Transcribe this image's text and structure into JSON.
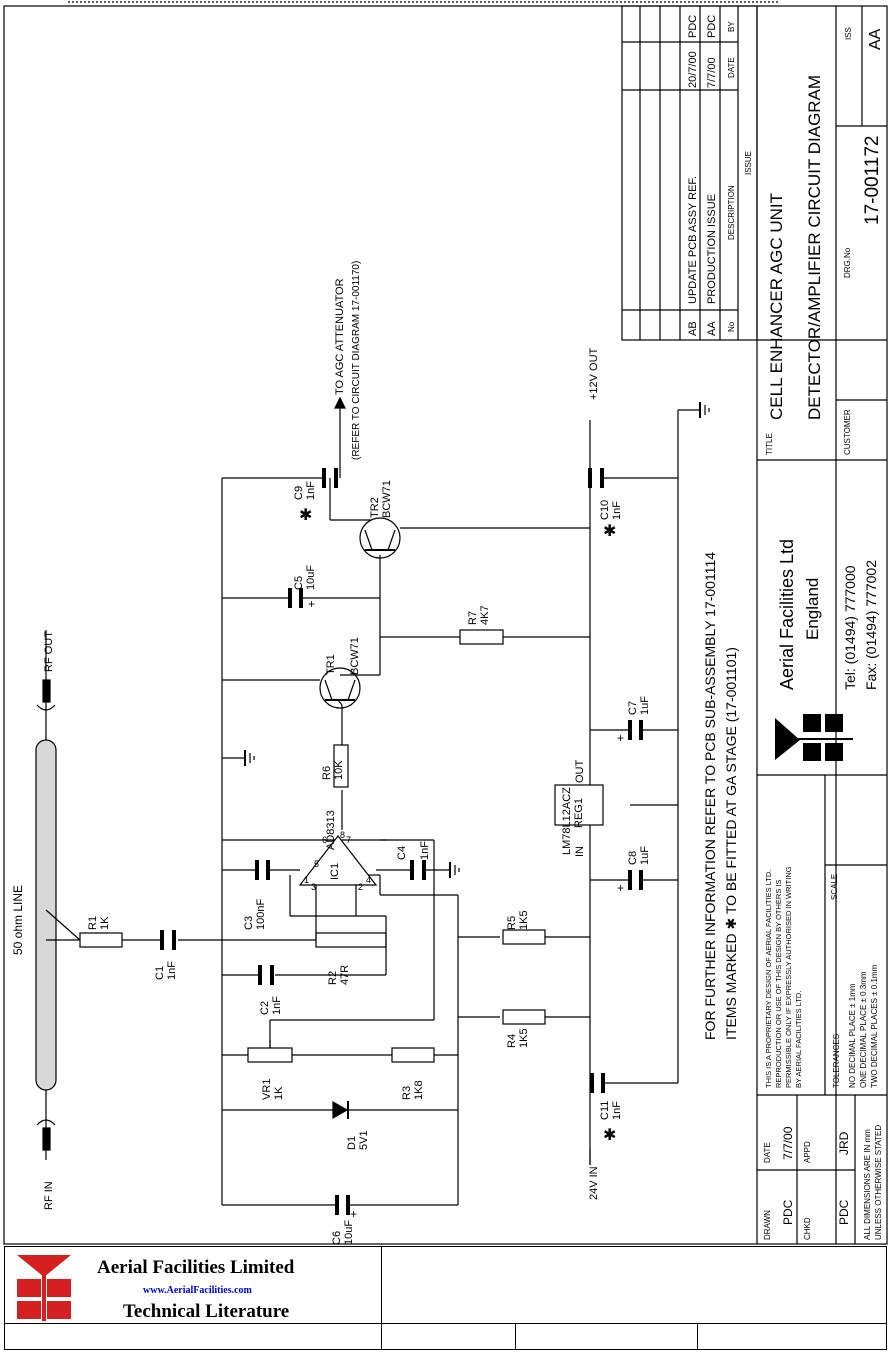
{
  "titleblock": {
    "title_label": "TITLE",
    "title_line1": "CELL ENHANCER AGC UNIT",
    "title_line2": "DETECTOR/AMPLIFIER CIRCUIT DIAGRAM",
    "customer_label": "CUSTOMER",
    "drg_label": "DRG.No",
    "drg_no": "17-001172",
    "iss_label": "ISS",
    "iss": "AA",
    "company": "Aerial Facilities Ltd",
    "country": "England",
    "tel": "Tel: (01494) 777000",
    "fax": "Fax: (01494) 777002",
    "proprietary": [
      "THIS IS A PROPRIETARY DESIGN OF AERIAL FACILITIES LTD.",
      "REPRODUCTION OR USE OF THIS DESIGN BY OTHERS IS",
      "PERMISSIBLE ONLY IF EXPRESSLY AUTHORISED IN WRITING",
      "BY AERIAL FACILITIES LTD."
    ],
    "scale_label": "SCALE",
    "tolerances_label": "TOLERANCES",
    "tolerances": [
      "NO DECIMAL PLACE ± 1mm",
      "ONE DECIMAL PLACE ± 0.3mm",
      "TWO DECIMAL PLACES ± 0.1mm"
    ],
    "drawn_label": "DRAWN",
    "drawn": "PDC",
    "date_label": "DATE",
    "date": "7/7/00",
    "chkd_label": "CHKD",
    "chkd": "PDC",
    "appd_label": "APPD",
    "appd": "JRD",
    "dims_line1": "ALL DIMENSIONS ARE IN mm",
    "dims_line2": "UNLESS OTHERWISE STATED"
  },
  "revisions": {
    "headers": {
      "no": "No",
      "description": "DESCRIPTION",
      "date": "DATE",
      "by": "BY",
      "issue": "ISSUE"
    },
    "rows": [
      {
        "no": "AB",
        "description": "UPDATE PCB ASSY REF.",
        "date": "20/7/00",
        "by": "PDC"
      },
      {
        "no": "AA",
        "description": "PRODUCTION ISSUE",
        "date": "7/7/00",
        "by": "PDC"
      }
    ]
  },
  "circuit": {
    "rf_in": "RF IN",
    "rf_out": "RF OUT",
    "line": "50 ohm LINE",
    "agc_out": "TO AGC ATTENUATOR",
    "agc_ref": "(REFER TO CIRCUIT DIAGRAM 17-001170)",
    "v12_out": "+12V OUT",
    "v24_in": "24V IN",
    "note1": "FOR FURTHER INFORMATION REFER TO PCB SUB-ASSEMBLY 17-001114",
    "note2": "ITEMS MARKED ✱ TO BE FITTED AT GA STAGE (17-001101)",
    "reg_part": "LM78L12ACZ",
    "reg_name": "REG1",
    "reg_in": "IN",
    "reg_out": "OUT",
    "ic_part": "AD8313",
    "ic_name": "IC1",
    "components": {
      "R1": [
        "R1",
        "1K"
      ],
      "R2": [
        "R2",
        "47R"
      ],
      "R3": [
        "R3",
        "1K8"
      ],
      "R4": [
        "R4",
        "1K5"
      ],
      "R5": [
        "R5",
        "1K5"
      ],
      "R6": [
        "R6",
        "10K"
      ],
      "R7": [
        "R7",
        "4K7"
      ],
      "C1": [
        "C1",
        "1nF"
      ],
      "C2": [
        "C2",
        "1nF"
      ],
      "C3": [
        "C3",
        "100nF"
      ],
      "C4": [
        "C4",
        "1nF"
      ],
      "C5": [
        "C5",
        "10uF"
      ],
      "C6": [
        "C6",
        "10uF"
      ],
      "C7": [
        "C7",
        "1uF"
      ],
      "C8": [
        "C8",
        "1uF"
      ],
      "C9": [
        "C9",
        "1nF"
      ],
      "C10": [
        "C10",
        "1nF"
      ],
      "C11": [
        "C11",
        "1nF"
      ],
      "VR1": [
        "VR1",
        "1K"
      ],
      "D1": [
        "D1",
        "5V1"
      ],
      "TR1": [
        "TR1",
        "BCW71"
      ],
      "TR2": [
        "TR2",
        "BCW71"
      ]
    }
  },
  "footer": {
    "company": "Aerial Facilities Limited",
    "url": "www.AerialFacilities.com",
    "literature": "Technical Literature"
  },
  "colors": {
    "logo_red": "#d42020",
    "link_blue": "#0000cc"
  }
}
